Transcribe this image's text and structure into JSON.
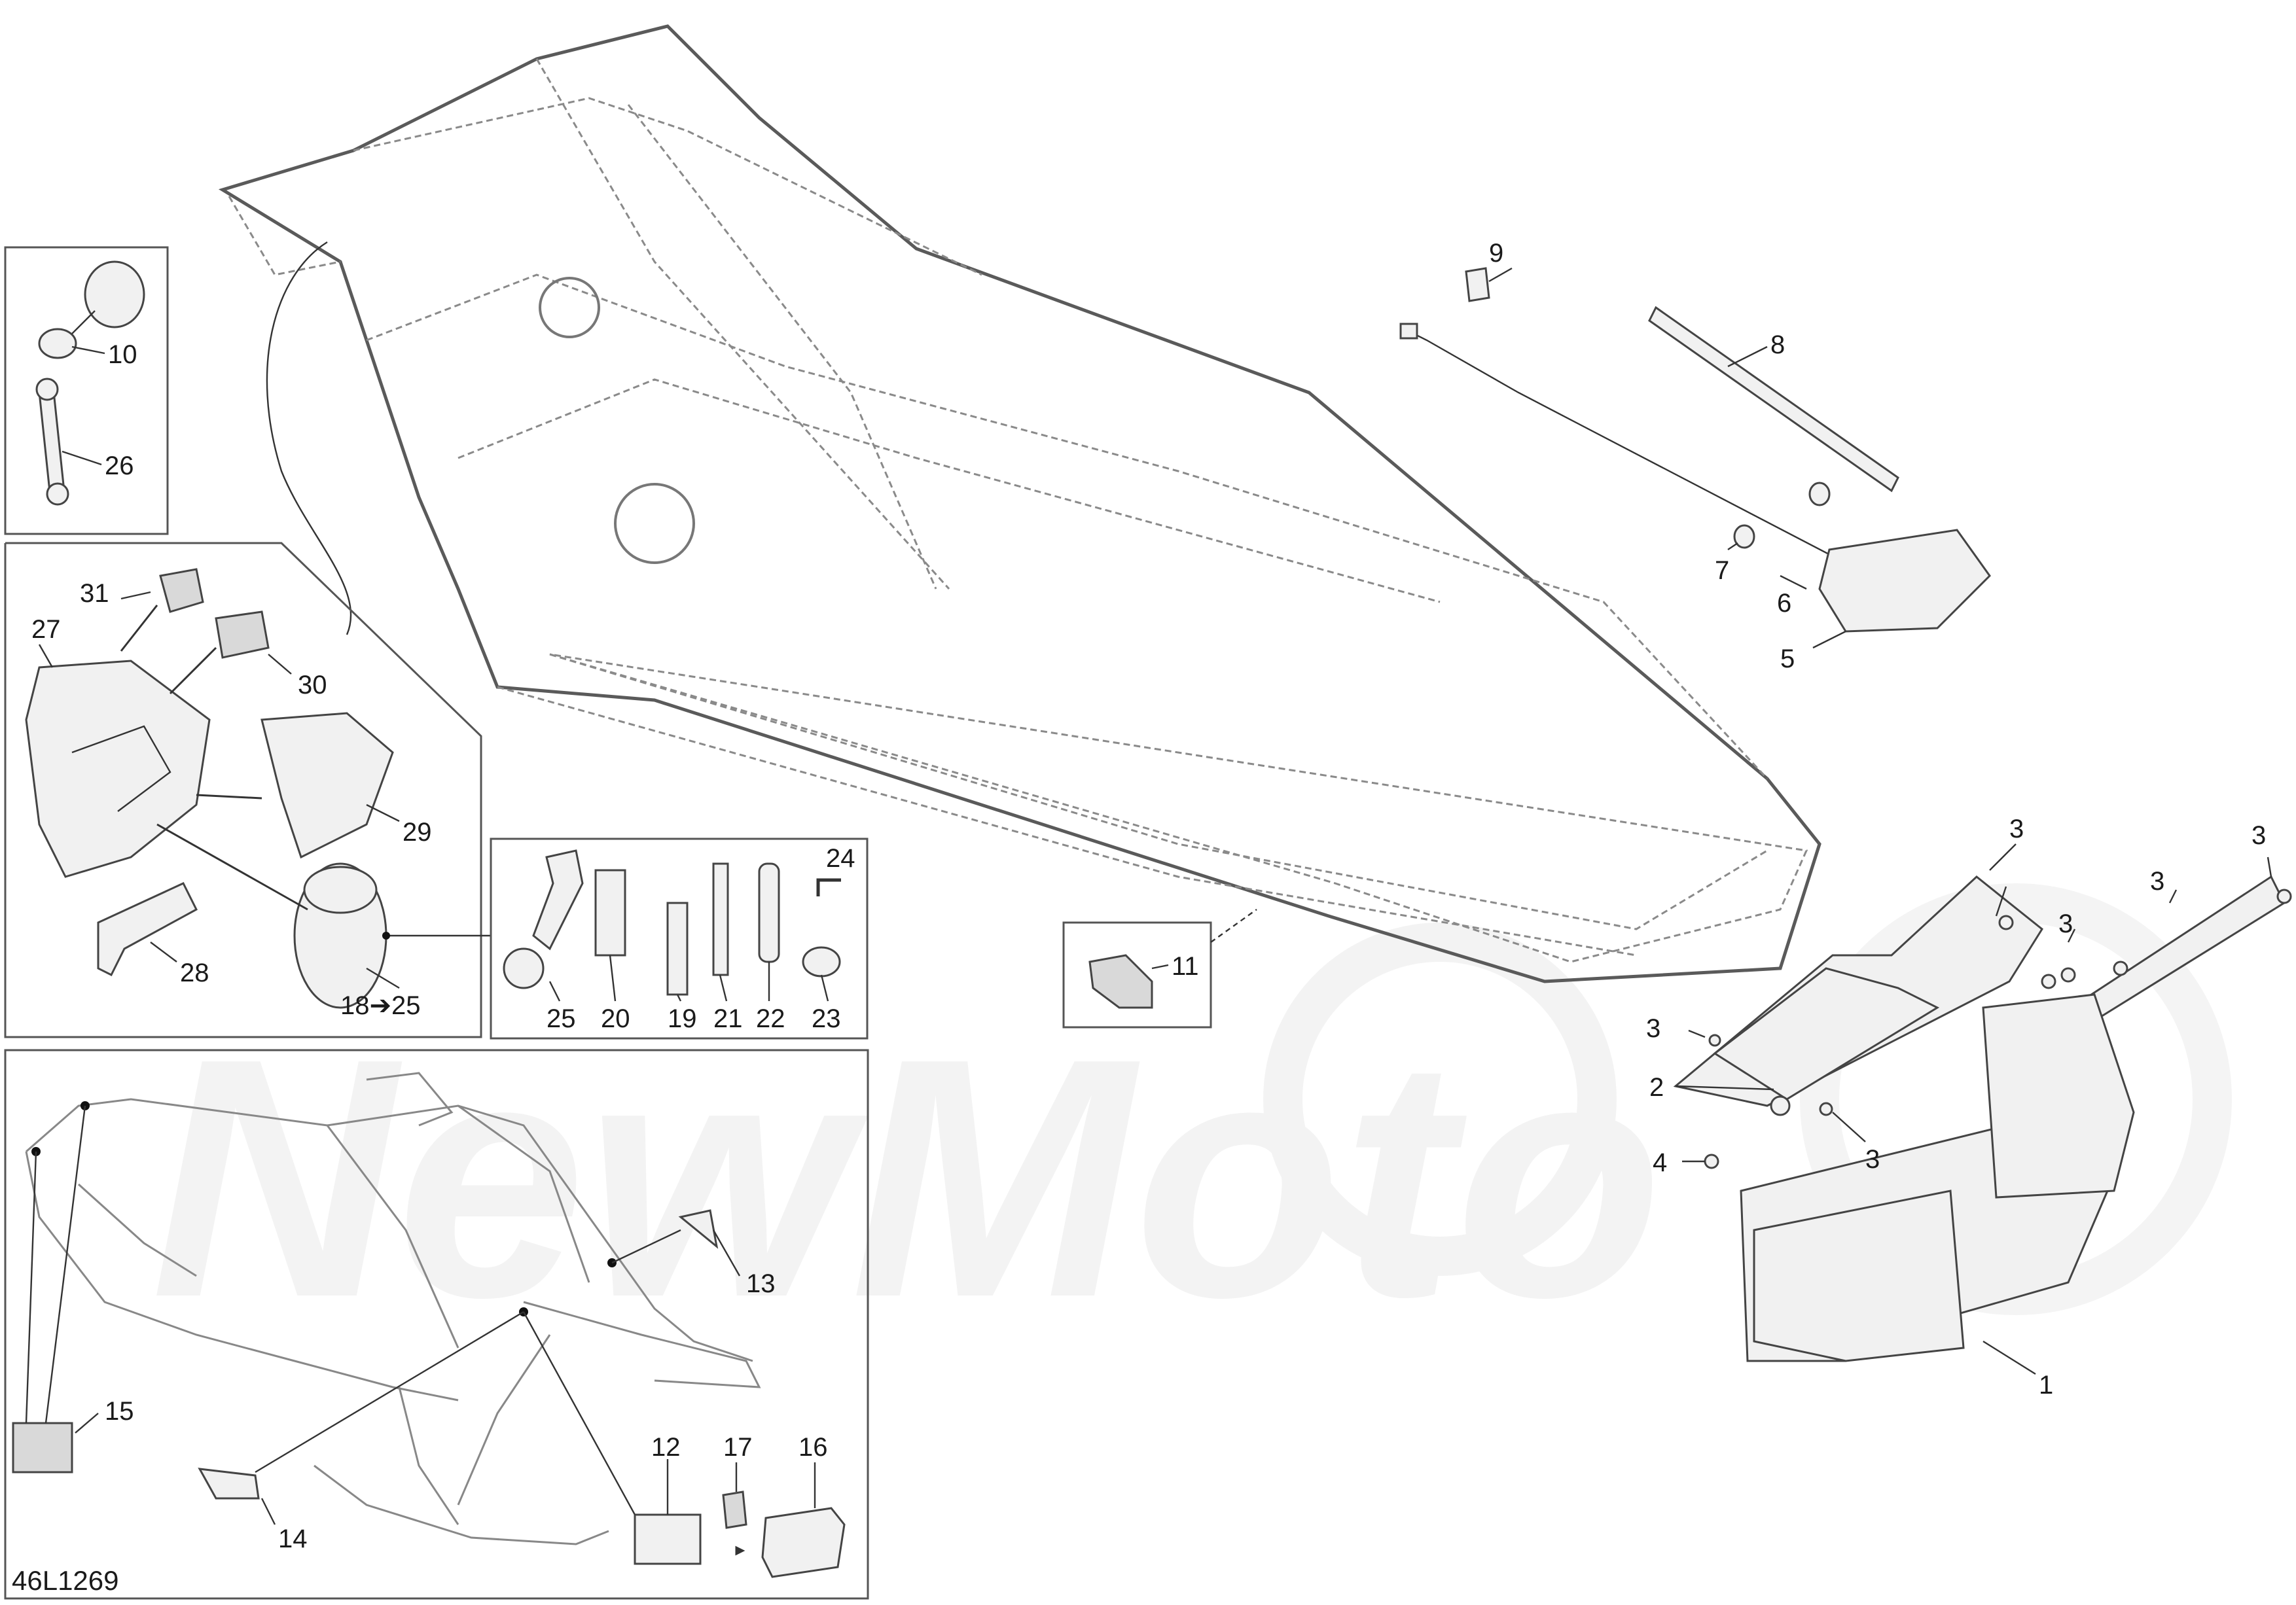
{
  "diagram_code": "46L1269",
  "watermark": "NewMoto",
  "callouts": {
    "c1": "1",
    "c2": "2",
    "c3": "3",
    "c4": "4",
    "c5": "5",
    "c6": "6",
    "c7": "7",
    "c8": "8",
    "c9": "9",
    "c10": "10",
    "c11": "11",
    "c12": "12",
    "c13": "13",
    "c14": "14",
    "c15": "15",
    "c16": "16",
    "c17": "17",
    "c18_25": "18➔25",
    "c19": "19",
    "c20": "20",
    "c21": "21",
    "c22": "22",
    "c23": "23",
    "c24": "24",
    "c25": "25",
    "c26": "26",
    "c27": "27",
    "c28": "28",
    "c29": "29",
    "c30": "30",
    "c31": "31"
  }
}
